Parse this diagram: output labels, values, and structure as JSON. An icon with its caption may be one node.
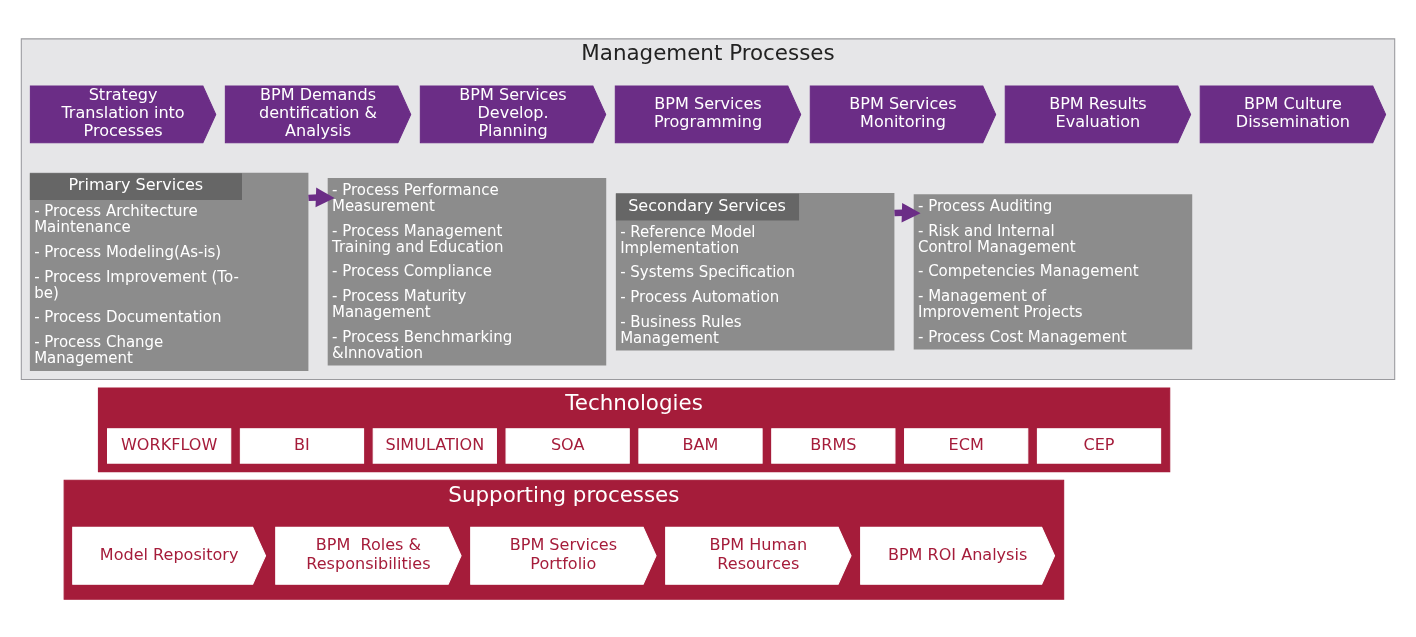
{
  "diagram": {
    "nodes": [
      {
        "text": [
          "Management Processes"
        ]
      },
      {
        "text": [
          "Strategy Translation into Processes"
        ],
        "in": 0
      },
      {
        "text": [
          "BPM Demands dentification & Analysis"
        ],
        "in": 0
      },
      {
        "text": [
          "BPM Services Develop. Planning"
        ],
        "in": 0
      },
      {
        "text": [
          "BPM Services Programming"
        ],
        "in": 0
      },
      {
        "text": [
          "BPM Services Monitoring"
        ],
        "in": 0
      },
      {
        "text": [
          "BPM Results Evaluation"
        ],
        "in": 0
      },
      {
        "text": [
          "BPM Culture Dissemination"
        ],
        "in": 0
      },
      {
        "text": [
          "Primary Services",
          "- Process Architecture Maintenance",
          "- Process Modeling(As-is)",
          "- Process Improvement (To-be)",
          "- Process Documentation",
          "- Process Change Management"
        ],
        "in": 0
      },
      {
        "text": [
          "- Process Performance Measurement",
          "- Process Management Training and Education",
          "- Process Compliance",
          "- Process Maturity Management",
          "- Process Benchmarking &Innovation"
        ],
        "in": 0
      },
      {
        "text": [
          "Secondary Services",
          "- Reference Model Implementation",
          "- Systems Specification",
          "- Process Automation",
          "- Business Rules Management"
        ],
        "in": 0
      },
      {
        "text": [
          "- Process Auditing",
          "- Risk and Internal Control Management",
          "- Competencies Management",
          "- Management of Improvement Projects",
          "- Process Cost Management"
        ],
        "in": 0
      },
      {
        "text": [
          "Technologies"
        ]
      },
      {
        "text": [
          "WORKFLOW"
        ],
        "in": 12
      },
      {
        "text": [
          "BI"
        ],
        "in": 12
      },
      {
        "text": [
          "SIMULATION"
        ],
        "in": 12
      },
      {
        "text": [
          "SOA"
        ],
        "in": 12
      },
      {
        "text": [
          "BAM"
        ],
        "in": 12
      },
      {
        "text": [
          "BRMS"
        ],
        "in": 12
      },
      {
        "text": [
          "ECM"
        ],
        "in": 12
      },
      {
        "text": [
          "CEP"
        ],
        "in": 12
      },
      {
        "text": [
          "Supporting processes"
        ]
      },
      {
        "text": [
          "Model Repository"
        ],
        "in": 21
      },
      {
        "text": [
          "BPM  Roles & Responsibilities"
        ],
        "in": 21
      },
      {
        "text": [
          "BPM Services Portfolio"
        ],
        "in": 21
      },
      {
        "text": [
          "BPM Human Resources"
        ],
        "in": 21
      },
      {
        "text": [
          "BPM ROI Analysis"
        ],
        "in": 21
      }
    ],
    "edges": [
      {
        "from": 8,
        "to": 9,
        "arrow": "to"
      },
      {
        "from": 10,
        "to": 11,
        "arrow": "to"
      }
    ]
  }
}
